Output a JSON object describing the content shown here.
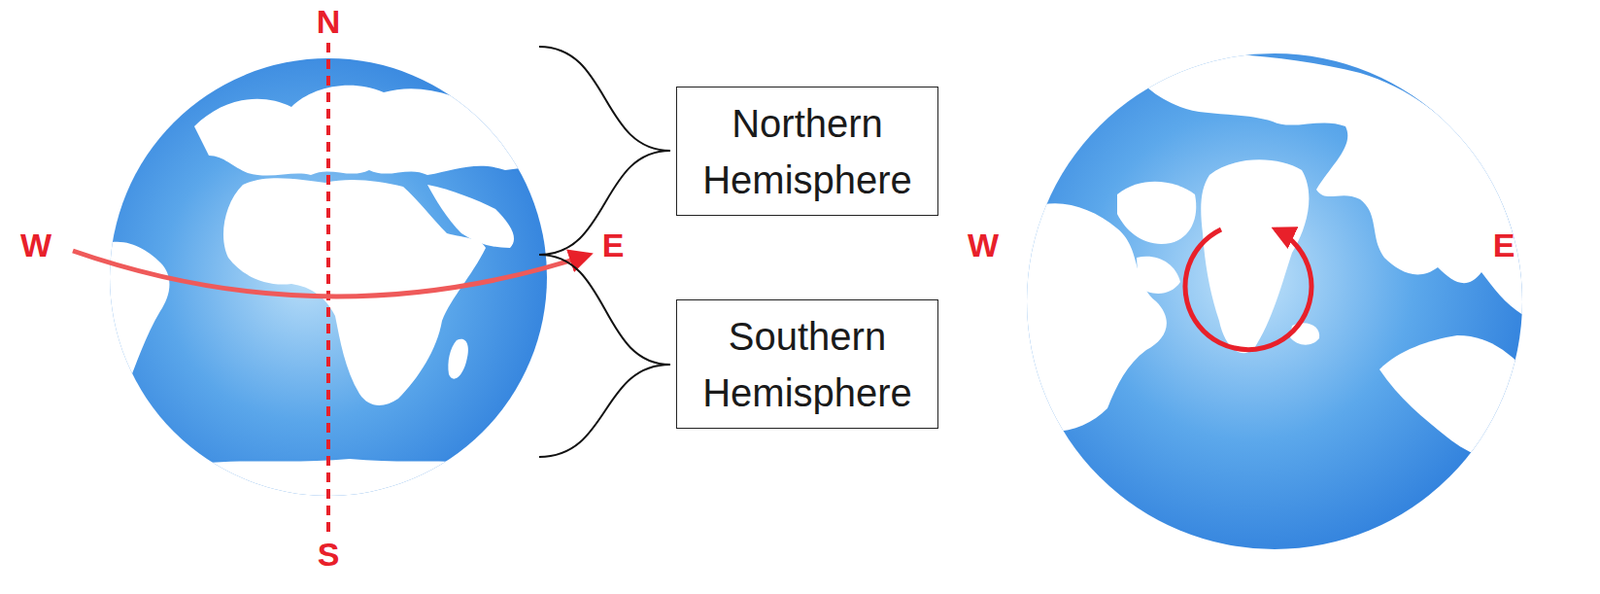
{
  "diagram": {
    "nodes": [
      {
        "text": [
          "Northern Hemisphere"
        ]
      },
      {
        "text": [
          "Southern Hemisphere"
        ]
      }
    ],
    "labels": [
      "N",
      "W",
      "E",
      "W",
      "E",
      "S"
    ]
  }
}
